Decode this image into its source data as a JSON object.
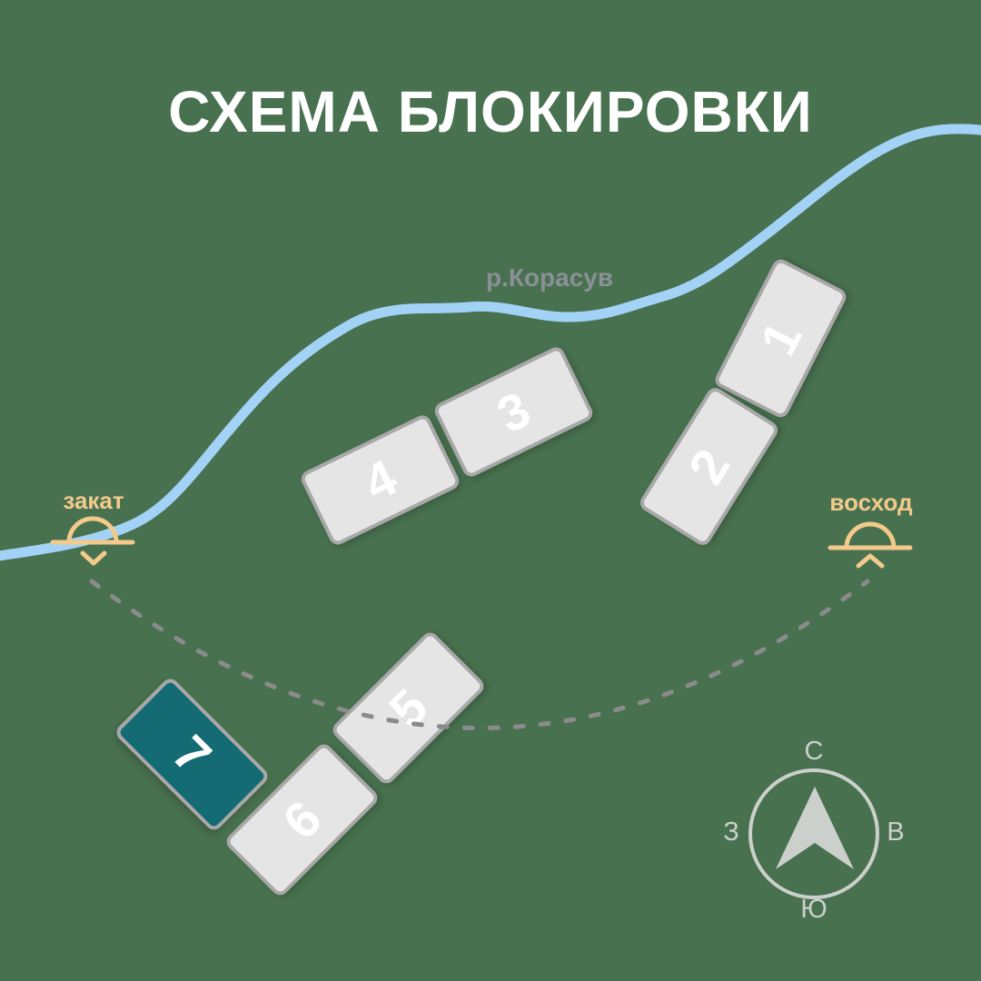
{
  "title": "СХЕМА БЛОКИРОВКИ",
  "river": {
    "label": "р.Корасув"
  },
  "sun": {
    "sunset_label": "закат",
    "sunrise_label": "восход"
  },
  "blocks": [
    {
      "number": "1",
      "highlighted": false
    },
    {
      "number": "2",
      "highlighted": false
    },
    {
      "number": "3",
      "highlighted": false
    },
    {
      "number": "4",
      "highlighted": false
    },
    {
      "number": "5",
      "highlighted": false
    },
    {
      "number": "6",
      "highlighted": false
    },
    {
      "number": "7",
      "highlighted": true
    }
  ],
  "compass": {
    "north": "С",
    "south": "Ю",
    "west": "З",
    "east": "В"
  },
  "colors": {
    "background": "#48714F",
    "title": "#FFFFFF",
    "block_fill": "#E5E5E5",
    "block_border": "#A8A8A8",
    "block_number": "#FFFFFF",
    "highlight_fill": "#146B73",
    "river": "#A3D2F7",
    "river_label": "#8A9096",
    "sun": "#F3CA8B",
    "sun_path_dash": "#8B8B8B",
    "compass": "#CCD0CC"
  }
}
